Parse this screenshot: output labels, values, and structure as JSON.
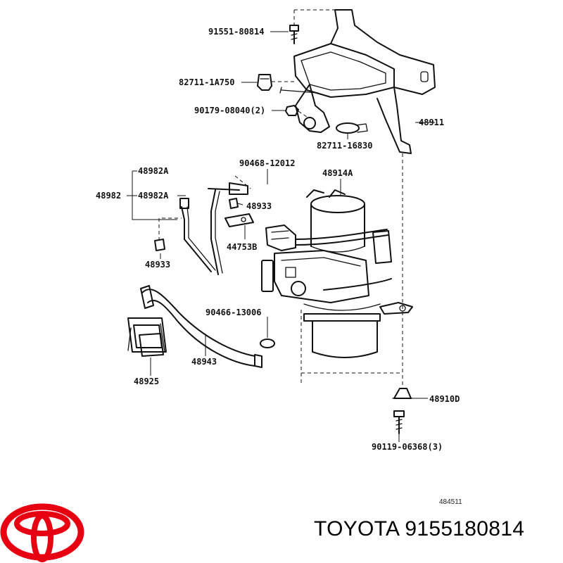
{
  "parts": [
    {
      "id": "p1",
      "number": "91551-80814"
    },
    {
      "id": "p2",
      "number": "82711-1A750"
    },
    {
      "id": "p3",
      "number": "90179-08040(2)"
    },
    {
      "id": "p4",
      "number": "48911"
    },
    {
      "id": "p5",
      "number": "82711-16830"
    },
    {
      "id": "p6",
      "number": "48982A"
    },
    {
      "id": "p7",
      "number": "90468-12012"
    },
    {
      "id": "p8",
      "number": "48914A"
    },
    {
      "id": "p9",
      "number": "48982"
    },
    {
      "id": "p10",
      "number": "48982A"
    },
    {
      "id": "p11",
      "number": "48933"
    },
    {
      "id": "p12",
      "number": "44753B"
    },
    {
      "id": "p13",
      "number": "48933"
    },
    {
      "id": "p14",
      "number": "90466-13006"
    },
    {
      "id": "p15",
      "number": "48943"
    },
    {
      "id": "p16",
      "number": "48925"
    },
    {
      "id": "p17",
      "number": "48910D"
    },
    {
      "id": "p18",
      "number": "90119-06368(3)"
    }
  ],
  "diagram_ref": "484511",
  "brand": {
    "name": "TOYOTA",
    "part_number": "9155180814",
    "logo_color": "#e60012"
  }
}
